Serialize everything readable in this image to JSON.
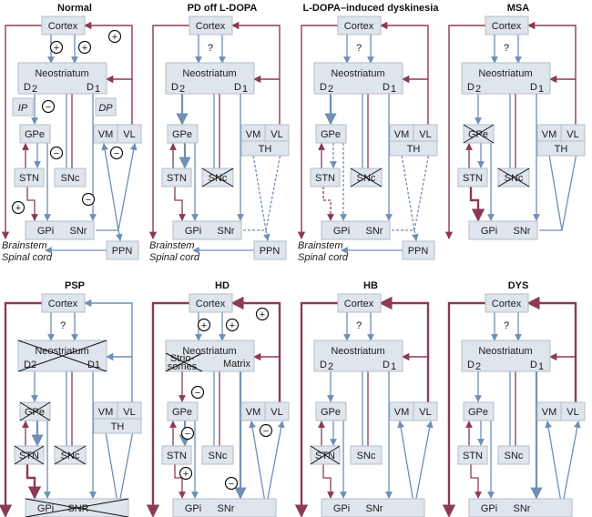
{
  "colors": {
    "excitatory": "#8b3a58",
    "inhibitory": "#6f8fb6",
    "box_fill": "#dfe5ec",
    "box_stroke": "#b3bdc9"
  },
  "labels": {
    "cortex": "Cortex",
    "neostriatum": "Neostriatum",
    "d2": "D",
    "d2_sub": "2",
    "d1": "D",
    "d1_sub": "1",
    "gpe": "GPe",
    "stn": "STN",
    "snc": "SNc",
    "gpi": "GPi",
    "snr": "SNr",
    "vm": "VM",
    "vl": "VL",
    "th": "TH",
    "ppn": "PPN",
    "brainstem": "Brainstem",
    "spinal_cord": "Spinal cord",
    "ip": "IP",
    "dp": "DP",
    "question": "?",
    "plus": "+",
    "minus": "−",
    "d2_plain": "D2",
    "d1_plain": "D1",
    "striosomes_1": "Strio-",
    "striosomes_2": "somes",
    "matrix": "Matrix",
    "snr_caps": "SNR"
  },
  "panels": [
    {
      "title": "Normal",
      "crossed": [],
      "signs": true,
      "question": false,
      "th": false,
      "ppn": true
    },
    {
      "title": "PD off L-DOPA",
      "crossed": [
        "snc"
      ],
      "signs": false,
      "question": true,
      "th": true,
      "ppn": true
    },
    {
      "title": "L-DOPA–induced dyskinesia",
      "crossed": [
        "snc"
      ],
      "signs": false,
      "question": true,
      "th": true,
      "ppn": true
    },
    {
      "title": "MSA",
      "crossed": [
        "gpe",
        "snc"
      ],
      "signs": false,
      "question": true,
      "th": true,
      "ppn": false
    },
    {
      "title": "PSP",
      "crossed": [
        "neo",
        "gpe",
        "stn",
        "snc",
        "gpi"
      ],
      "signs": false,
      "question": true,
      "th": true,
      "ppn": false
    },
    {
      "title": "HD",
      "crossed": [
        "striosomes"
      ],
      "signs": true,
      "question": false,
      "th": false,
      "ppn": false
    },
    {
      "title": "HB",
      "crossed": [
        "stn"
      ],
      "signs": false,
      "question": true,
      "th": false,
      "ppn": false
    },
    {
      "title": "DYS",
      "crossed": [],
      "signs": false,
      "question": true,
      "th": false,
      "ppn": false
    }
  ]
}
